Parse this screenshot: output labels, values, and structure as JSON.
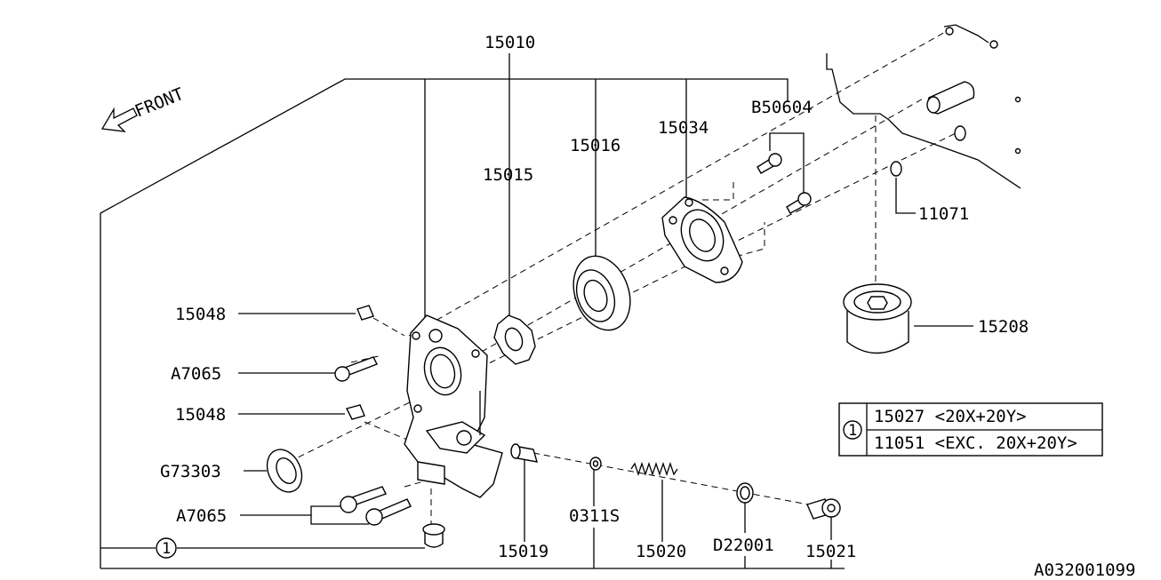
{
  "labels": {
    "front": "FRONT",
    "p15010": "15010",
    "p15015": "15015",
    "p15016": "15016",
    "p15034": "15034",
    "pB50604": "B50604",
    "p11071": "11071",
    "p15208": "15208",
    "p15048a": "15048",
    "pA7065a": "A7065",
    "p15048b": "15048",
    "pG73303": "G73303",
    "pA7065b": "A7065",
    "p15019": "15019",
    "p0311S": "0311S",
    "p15020": "15020",
    "pD22001": "D22001",
    "p15021": "15021",
    "circle_ref": "1",
    "drawing_id": "A032001099"
  },
  "legend": {
    "marker": "1",
    "rows": [
      "15027 <20X+20Y>",
      "11051 <EXC. 20X+20Y>"
    ]
  }
}
